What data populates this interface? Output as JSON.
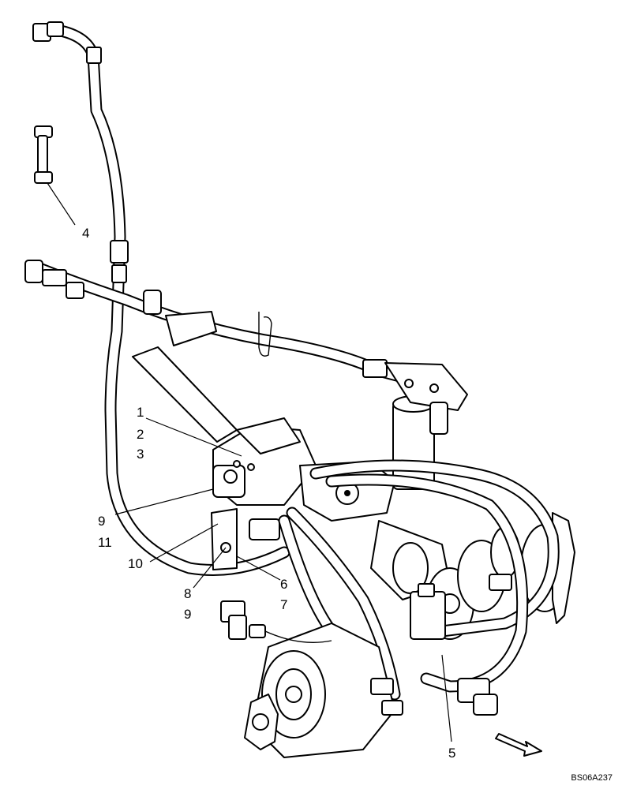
{
  "callouts": {
    "c1": "1",
    "c2": "2",
    "c3": "3",
    "c4": "4",
    "c5": "5",
    "c6": "6",
    "c7": "7",
    "c8": "8",
    "c9a": "9",
    "c9b": "9",
    "c10": "10",
    "c11": "11"
  },
  "reference_code": "BS06A237"
}
